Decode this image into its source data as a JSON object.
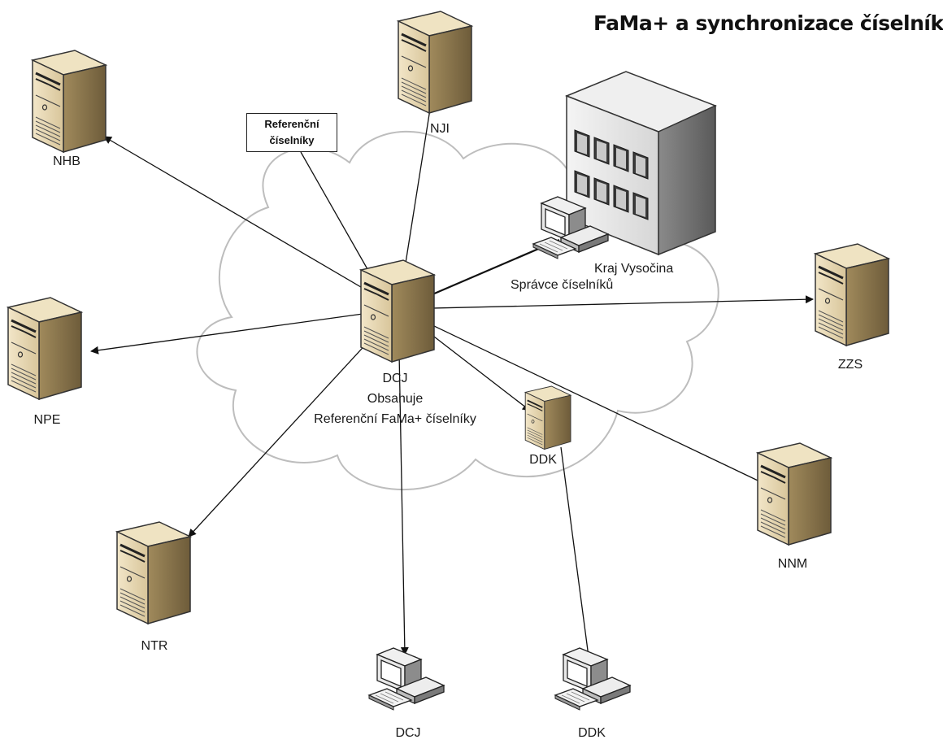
{
  "title": "FaMa+ a synchronizace číselníků",
  "callout": {
    "line1": "Referenční",
    "line2": "číselníky"
  },
  "nodes": {
    "nhb": "NHB",
    "nji": "NJI",
    "npe": "NPE",
    "zzs": "ZZS",
    "ntr": "NTR",
    "nnm": "NNM",
    "ddk_server": "DDK",
    "dcj_center": "DCJ",
    "dcj_desc1": "Obsahuje",
    "dcj_desc2": "Referenční FaMa+ číselníky",
    "kraj": "Kraj Vysočina",
    "spravce": "Správce číselníků",
    "dcj_pc": "DCJ",
    "ddk_pc": "DDK"
  }
}
